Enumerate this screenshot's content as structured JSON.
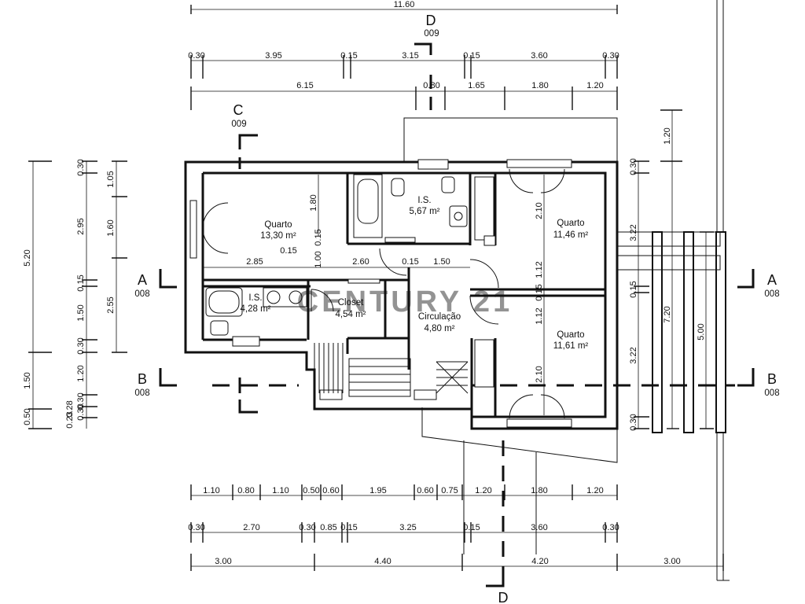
{
  "overall_top": "11.60",
  "section_d": {
    "letter": "D",
    "ref": "009"
  },
  "section_c": {
    "letter": "C",
    "ref": "009"
  },
  "section_a": {
    "letter": "A",
    "ref": "008"
  },
  "section_b": {
    "letter": "B",
    "ref": "008"
  },
  "dims_top1": [
    "0.30",
    "3.95",
    "0.15",
    "3.15",
    "0.15",
    "3.60",
    "0.30"
  ],
  "dims_top2": [
    "6.15",
    "0.80",
    "1.65",
    "1.80",
    "1.20"
  ],
  "dims_bottom1": [
    "1.10",
    "0.80",
    "1.10",
    "0.50",
    "0.60",
    "1.95",
    "0.60",
    "0.75",
    "1.20",
    "1.80",
    "1.20"
  ],
  "dims_bottom2": [
    "0.30",
    "2.70",
    "0.30",
    "0.85",
    "0.15",
    "3.25",
    "0.15",
    "3.60",
    "0.30"
  ],
  "dims_bottom3": [
    "3.00",
    "4.40",
    "4.20",
    "3.00"
  ],
  "dims_left_outer": [
    "5.20",
    "1.50",
    "0.50"
  ],
  "dims_left_mid": [
    "0.30",
    "2.95",
    "0.15",
    "1.50",
    "0.30",
    "1.20",
    "0.30",
    "0.30"
  ],
  "dims_left_inner": [
    "1.05",
    "1.60",
    "2.55"
  ],
  "dims_left_small": [
    "0.28",
    "0.23"
  ],
  "dims_right": [
    "1.20",
    "0.30",
    "3.22",
    "0.15",
    "3.22",
    "0.30",
    "7.20",
    "5.00"
  ],
  "dims_interior": [
    "1.80",
    "0.15",
    "2.85",
    "0.15",
    "1.00",
    "2.60",
    "0.15",
    "1.50",
    "2.10",
    "1.12",
    "0.15",
    "1.12",
    "2.10"
  ],
  "rooms": {
    "quarto1": {
      "name": "Quarto",
      "area": "13,30 m²"
    },
    "is1": {
      "name": "I.S.",
      "area": "5,67 m²"
    },
    "quarto2": {
      "name": "Quarto",
      "area": "11,46 m²"
    },
    "is2": {
      "name": "I.S.",
      "area": "4,28 m²"
    },
    "closet": {
      "name": "Closet",
      "area": "4,54 m²"
    },
    "circulacao": {
      "name": "Circulação",
      "area": "4,80 m²"
    },
    "quarto3": {
      "name": "Quarto",
      "area": "11,61 m²"
    }
  },
  "watermark": "CENTURY 21"
}
